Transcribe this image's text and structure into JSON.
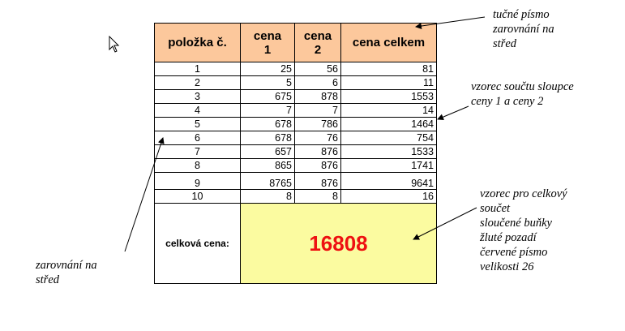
{
  "table": {
    "headers": [
      "položka č.",
      "cena\n1",
      "cena\n2",
      "cena celkem"
    ],
    "rows": [
      [
        "1",
        "25",
        "56",
        "81"
      ],
      [
        "2",
        "5",
        "6",
        "11"
      ],
      [
        "3",
        "675",
        "878",
        "1553"
      ],
      [
        "4",
        "7",
        "7",
        "14"
      ],
      [
        "5",
        "678",
        "786",
        "1464"
      ],
      [
        "6",
        "678",
        "76",
        "754"
      ],
      [
        "7",
        "657",
        "876",
        "1533"
      ],
      [
        "8",
        "865",
        "876",
        "1741"
      ],
      [
        "9",
        "8765",
        "876",
        "9641"
      ],
      [
        "10",
        "8",
        "8",
        "16"
      ]
    ],
    "total_label": "celková cena:",
    "total_value": "16808"
  },
  "notes": {
    "header_note": "tučné písmo\nzarovnání na\nstřed",
    "sum_note": "vzorec součtu sloupce\nceny 1 a ceny 2",
    "total_note": "vzorec pro celkový\nsoučet\nsloučené buňky\nžluté pozadí\nčervené písmo\nvelikosti 26",
    "align_note": "zarovnání na\nstřed"
  },
  "colors": {
    "header_bg": "#fcc89c",
    "total_bg": "#fbfba0",
    "total_text": "#ee1111"
  },
  "icons": {
    "cursor": "mouse-pointer-icon"
  }
}
